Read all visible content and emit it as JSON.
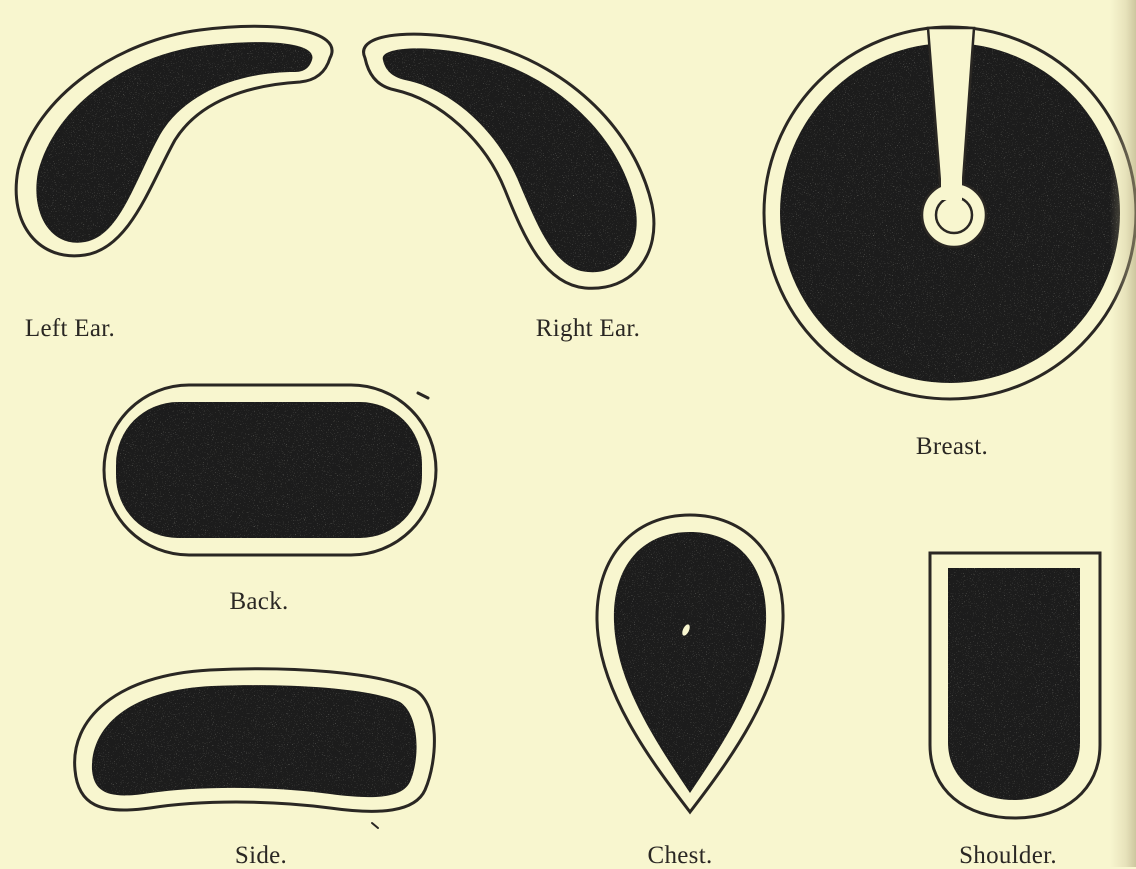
{
  "colors": {
    "paper": "#f8f6cf",
    "ink": "#1f1c1a",
    "outline": "#2a2723"
  },
  "captions": {
    "left_ear": "Left Ear.",
    "right_ear": "Right Ear.",
    "breast": "Breast.",
    "back": "Back.",
    "side": "Side.",
    "chest": "Chest.",
    "shoulder": "Shoulder."
  }
}
